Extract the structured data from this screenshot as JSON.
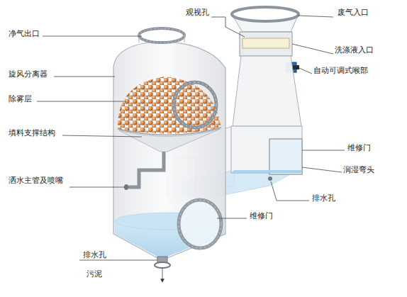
{
  "diagram": {
    "labels": [
      "观视孔",
      "废气入口",
      "净气出口",
      "洗涤液入口",
      "旋风分离器",
      "自动可调式喉部",
      "除雾层",
      "填料支撑结构",
      "维修门",
      "润湿弯头",
      "洒水主管及喷嘴",
      "排水孔",
      "维修门",
      "排水孔",
      "污泥"
    ]
  }
}
